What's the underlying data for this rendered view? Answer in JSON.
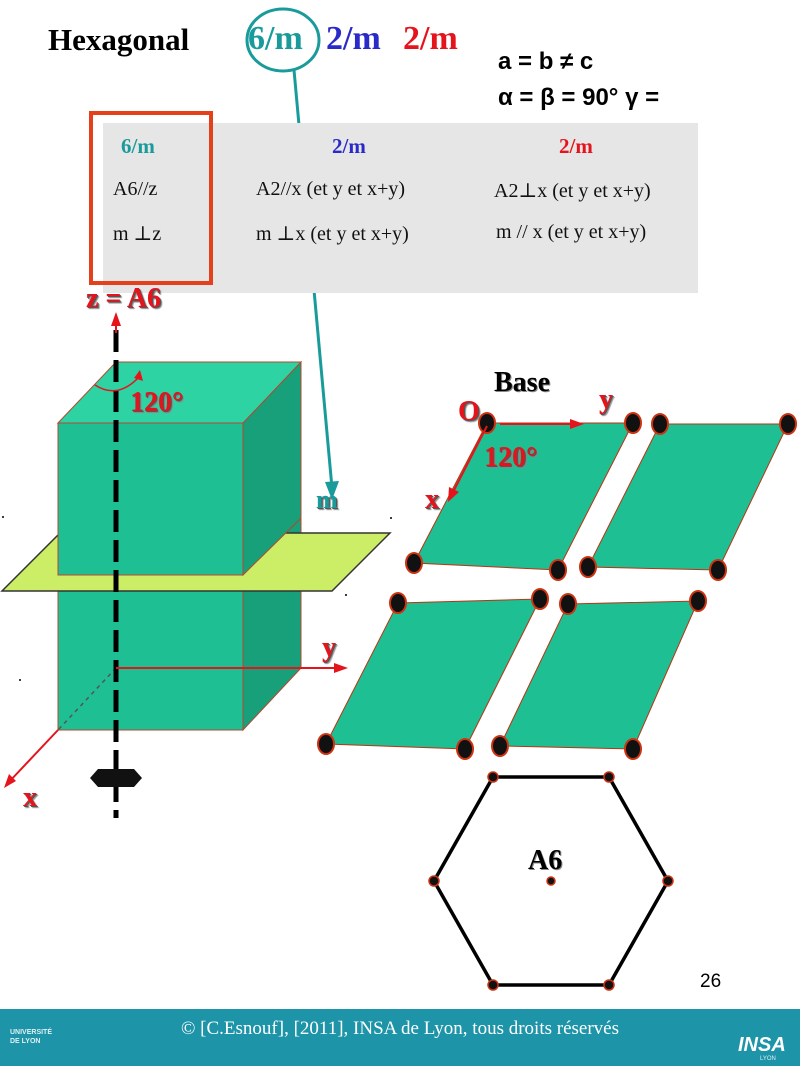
{
  "title": "Hexagonal",
  "symbol": {
    "part1": "6/m",
    "part2": "2/m",
    "part3": "2/m"
  },
  "params": {
    "line1": "a = b ≠ c",
    "line2": "α = β = 90°  γ ="
  },
  "table": {
    "headers": [
      "6/m",
      "2/m",
      "2/m"
    ],
    "row1": [
      "A6//z",
      "A2//x (et y et x+y)",
      "A2⊥x (et y et x+y)"
    ],
    "row2": [
      "m ⊥z",
      "m  ⊥x (et y et x+y)",
      "m // x (et y et x+y)"
    ]
  },
  "prism": {
    "z_label": "z = A6",
    "angle_label": "120°",
    "mirror_label": "m",
    "y_label": "y",
    "x_label": "x"
  },
  "lattice": {
    "base_label": "Base",
    "origin_label": "O",
    "y_label": "y",
    "x_label": "x",
    "angle_label": "120°"
  },
  "hexagon_label": "A6",
  "page_number": "26",
  "footer": {
    "copyright": "© [C.Esnouf], [2011], INSA de Lyon, tous droits réservés",
    "logo_left_line1": "UNIVERSITÉ",
    "logo_left_line2": "DE LYON",
    "logo_right": "INSA",
    "logo_right_sub": "LYON"
  },
  "colors": {
    "teal": "#1a9b9b",
    "blue": "#2a2ac8",
    "red": "#e5141c",
    "green_face": "#1fbf94",
    "mirror": "#ccee66",
    "footer_bg": "#1d94a8"
  }
}
